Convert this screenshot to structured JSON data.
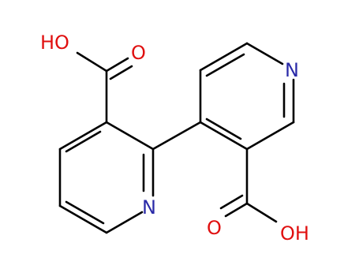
{
  "molecule": {
    "atoms": [
      {
        "id": "N1",
        "label": "N",
        "color": "#2a2aa8"
      },
      {
        "id": "N2",
        "label": "N",
        "color": "#2a2aa8"
      },
      {
        "id": "O1",
        "label": "O",
        "color": "#e01010"
      },
      {
        "id": "O2",
        "label": "O",
        "color": "#e01010"
      },
      {
        "id": "OH1",
        "label": "HO",
        "color": "#e01010"
      },
      {
        "id": "OH2",
        "label": "OH",
        "color": "#e01010"
      }
    ],
    "bond_color": "#000000"
  }
}
